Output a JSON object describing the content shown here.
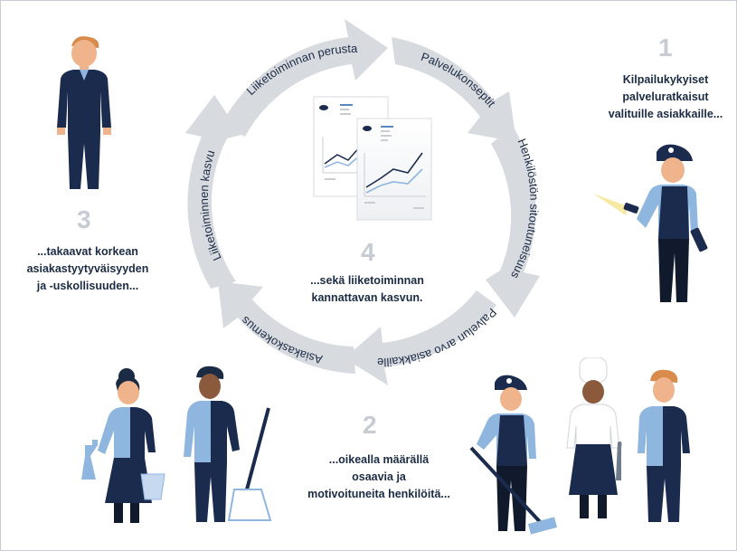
{
  "cycle": {
    "segments": [
      {
        "label": "Liiketoiminnan perusta"
      },
      {
        "label": "Palvelukonseptit"
      },
      {
        "label": "Henkilöstön sitoutuneisuus"
      },
      {
        "label": "Palvelun arvo asiakkaille"
      },
      {
        "label": "Asiakaskokemus"
      },
      {
        "label": "Liiketoiminnen kasvu"
      }
    ]
  },
  "steps": [
    {
      "number": "1",
      "lines": [
        "Kilpailukykyiset",
        "palveluratkaisut",
        "valituille asiakkaille..."
      ]
    },
    {
      "number": "2",
      "lines": [
        "...oikealla määrällä",
        "osaavia ja",
        "motivoituneita henkilöitä..."
      ]
    },
    {
      "number": "3",
      "lines": [
        "...takaavat korkean",
        "asiakastyytyväisyyden",
        "ja -uskollisuuden..."
      ]
    },
    {
      "number": "4",
      "lines": [
        "...sekä liiketoiminnan",
        "kannattavan kasvun."
      ]
    }
  ],
  "colors": {
    "arrow": "#d7dadf",
    "navy": "#1b2b4e",
    "light_blue": "#8fb6df",
    "skin": "#f0b48c",
    "hair": "#d88b4a",
    "number_gray": "#c7cbd2"
  }
}
